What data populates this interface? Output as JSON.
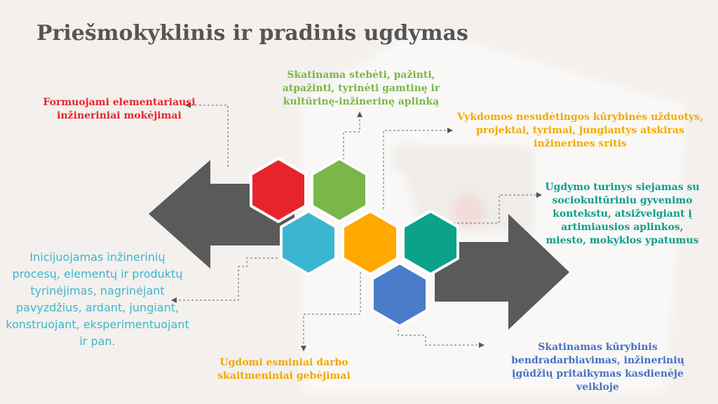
{
  "title": "Priešmokyklinis ir pradinis ugdymas",
  "colors": {
    "red": "#e8242b",
    "green": "#7ab648",
    "cyan": "#3bb6d0",
    "orange": "#ffa800",
    "teal": "#0aa38a",
    "blue": "#4a7cc9",
    "arrow": "#5a5a5a"
  },
  "labels": {
    "red": "Formuojami elementariausi inžineriniai mokėjimai",
    "green": "Skatinama stebėti, pažinti, atpažinti, tyrinėti gamtinę ir kultūrinę-inžinerinę  aplinką",
    "yellow": "Vykdomos nesudėtingos kūrybinės užduotys, projektai, tyrimai, jungiantys atskiras inžinerines sritis",
    "teal": "Ugdymo turinys siejamas su sociokultūriniu gyvenimo kontekstu, atsižvelgiant į artimiausios aplinkos, miesto, mokyklos ypatumus",
    "cyan": "Inicijuojamas inžinerinių procesų, elementų ir produktų tyrinėjimas, nagrinėjant pavyzdžius, ardant, jungiant, konstruojant, eksperimentuojant ir pan.",
    "orange": "Ugdomi esminiai darbo skaitmeniniai gebėjimai",
    "blue": "Skatinamas kūrybinis bendradarbiavimas, inžinerinių įgūdžių pritaikymas kasdienėje veikloje"
  }
}
